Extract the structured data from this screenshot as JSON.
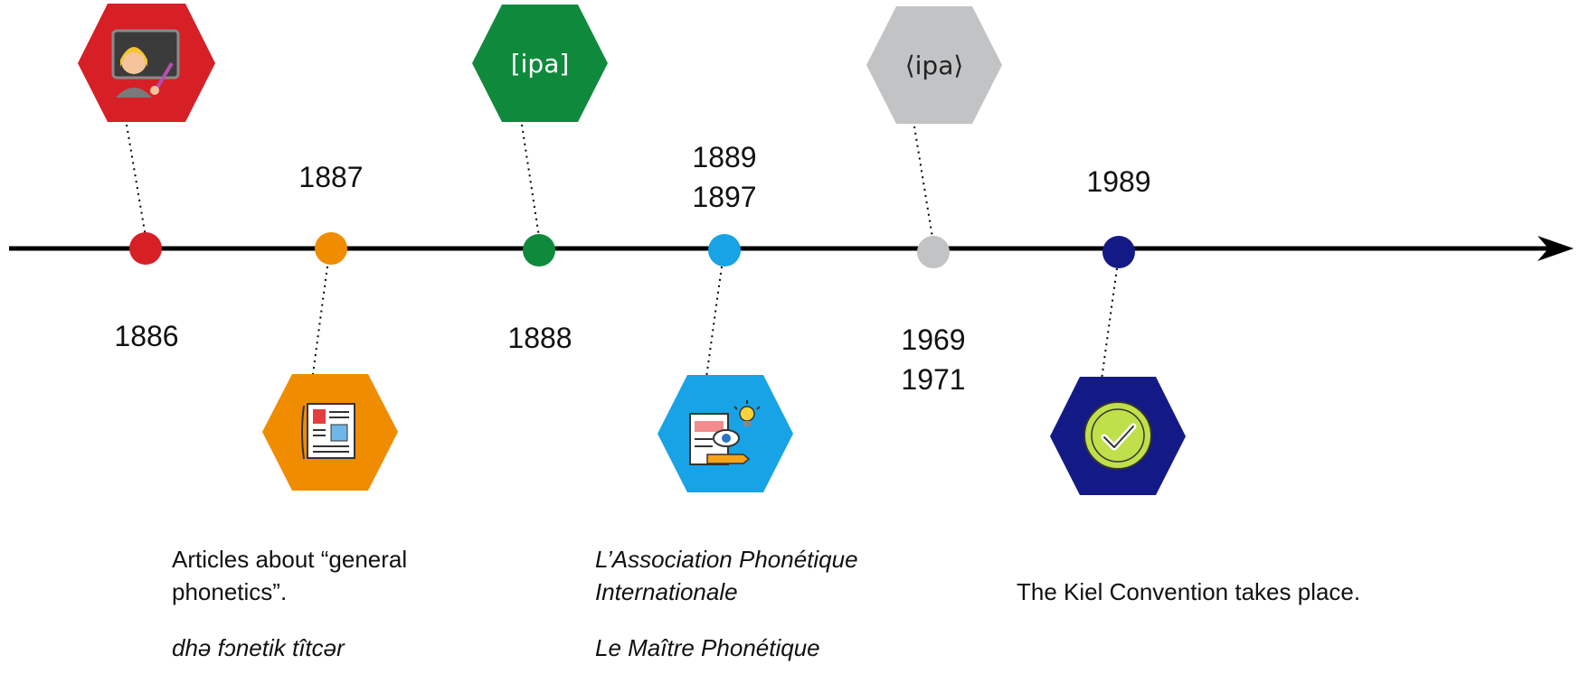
{
  "timeline": {
    "events": [
      {
        "id": "1886",
        "years": [
          "1886"
        ],
        "color": "#d71f26",
        "icon": "teacher-at-blackboard-icon",
        "hex_text": "",
        "side": "top"
      },
      {
        "id": "1887",
        "years": [
          "1887"
        ],
        "color": "#f08c00",
        "icon": "newspaper-articles-icon",
        "hex_text": "",
        "side": "bottom"
      },
      {
        "id": "1888",
        "years": [
          "1888"
        ],
        "color": "#0f8a3c",
        "icon": "",
        "hex_text": "[ipa]",
        "side": "top"
      },
      {
        "id": "1889",
        "years": [
          "1889",
          "1897"
        ],
        "color": "#17a3e6",
        "icon": "document-eye-idea-icon",
        "hex_text": "",
        "side": "bottom"
      },
      {
        "id": "1969",
        "years": [
          "1969",
          "1971"
        ],
        "color": "#c2c3c5",
        "icon": "",
        "hex_text": "⟨ipa⟩",
        "side": "top"
      },
      {
        "id": "1989",
        "years": [
          "1989"
        ],
        "color": "#141a85",
        "icon": "checkmark-badge-icon",
        "hex_text": "",
        "side": "bottom"
      }
    ]
  },
  "captions": {
    "c1887_line1": "Articles about “general phonetics”.",
    "c1887_line2": "dhə fɔnetik tîtcər",
    "c1889_line1": "L’Association Phonétique Internationale",
    "c1889_line2": "Le Maître Phonétique",
    "c1989_line1": "The Kiel Convention takes place."
  }
}
